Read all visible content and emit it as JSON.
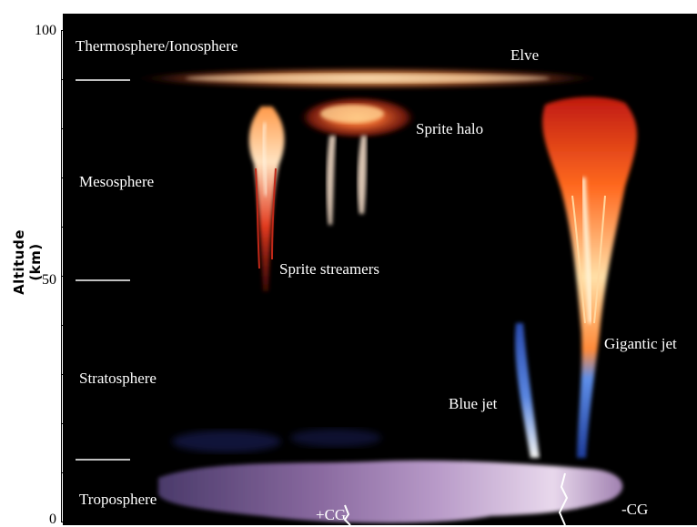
{
  "axis": {
    "title": "Altitude (km)",
    "ticks": [
      {
        "value": 100,
        "label": "100"
      },
      {
        "value": 50,
        "label": "50"
      },
      {
        "value": 0,
        "label": "0"
      }
    ],
    "range": [
      0,
      100
    ],
    "minor_ticks": [
      90,
      80,
      70,
      60,
      40,
      30,
      20,
      10
    ]
  },
  "layers": {
    "thermosphere": "Thermosphere/Ionosphere",
    "mesosphere": "Mesosphere",
    "stratosphere": "Stratosphere",
    "troposphere": "Troposphere"
  },
  "phenomena": {
    "elve": "Elve",
    "sprite_halo": "Sprite halo",
    "sprite_streamers": "Sprite streamers",
    "gigantic_jet": "Gigantic jet",
    "blue_jet": "Blue jet",
    "positive_cg": "+CG",
    "negative_cg": "-CG"
  },
  "colors": {
    "background": "#000000",
    "sprite_red": "#c0201a",
    "sprite_orange": "#ff8a2a",
    "blue_jet": "#3a6fd8",
    "cloud": "#b08ab8"
  }
}
